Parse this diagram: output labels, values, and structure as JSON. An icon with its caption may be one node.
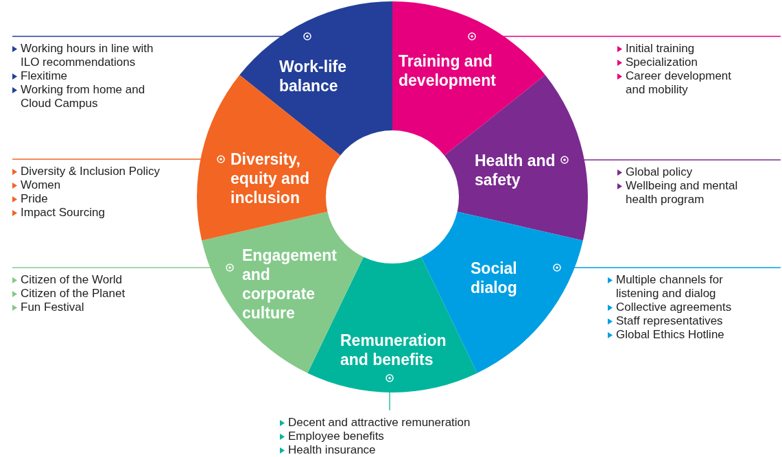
{
  "diagram": {
    "nodes": [
      {
        "text": [
          "Work-life balance"
        ]
      },
      {
        "text": [
          "Training and development"
        ]
      },
      {
        "text": [
          "Health and safety"
        ]
      },
      {
        "text": [
          "Social dialog"
        ]
      },
      {
        "text": [
          "Remuneration and benefits"
        ]
      },
      {
        "text": [
          "Engagement and corporate culture"
        ]
      },
      {
        "text": [
          "Diversity, equity and inclusion"
        ]
      },
      {
        "text": [
          "Working hours in line with ILO recommendations",
          "Flexitime",
          "Working from home and Cloud Campus"
        ]
      },
      {
        "text": [
          "Initial training",
          "Specialization",
          "Career development and mobility"
        ]
      },
      {
        "text": [
          "Global policy",
          "Wellbeing and mental health program"
        ]
      },
      {
        "text": [
          "Multiple channels for listening and dialog",
          "Collective agreements",
          "Staff representatives",
          "Global Ethics Hotline"
        ]
      },
      {
        "text": [
          "Decent and attractive remuneration",
          "Employee benefits",
          "Health insurance"
        ]
      },
      {
        "text": [
          "Citizen of the World",
          "Citizen of the Planet",
          "Fun Festival"
        ]
      },
      {
        "text": [
          "Diversity & Inclusion Policy",
          "Women",
          "Pride",
          "Impact Sourcing"
        ]
      }
    ],
    "edges": [
      {
        "from": 0,
        "to": 7,
        "arrow": "other",
        "color": "#233f99"
      },
      {
        "from": 1,
        "to": 8,
        "arrow": "other",
        "color": "#e6007e"
      },
      {
        "from": 2,
        "to": 9,
        "arrow": "other",
        "color": "#7b2a90"
      },
      {
        "from": 3,
        "to": 10,
        "arrow": "other",
        "color": "#009fe3"
      },
      {
        "from": 4,
        "to": 11,
        "arrow": "other",
        "color": "#00b59c"
      },
      {
        "from": 5,
        "to": 12,
        "arrow": "other",
        "color": "#84c98a"
      },
      {
        "from": 6,
        "to": 13,
        "arrow": "other",
        "color": "#f26522"
      }
    ]
  }
}
